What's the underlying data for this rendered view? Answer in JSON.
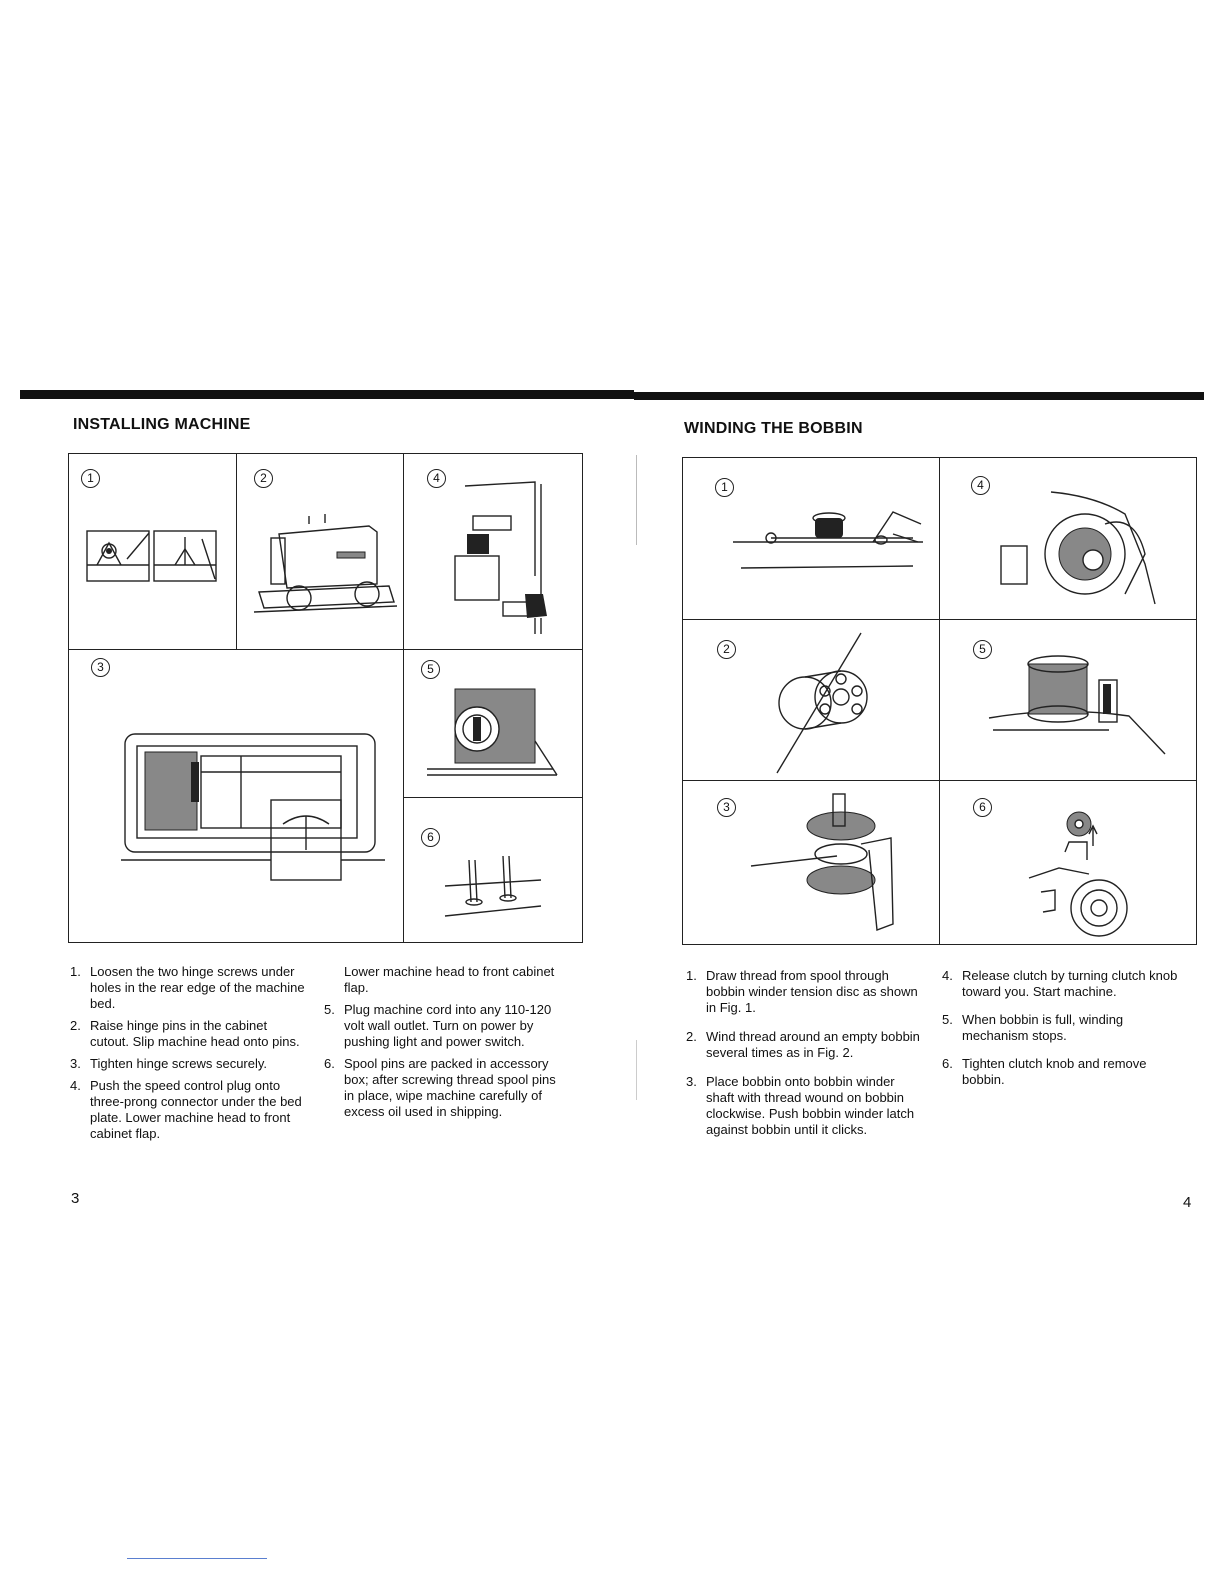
{
  "left_page": {
    "title": "INSTALLING MACHINE",
    "figures": [
      "1",
      "2",
      "4",
      "3",
      "5",
      "6"
    ],
    "steps_col1": [
      {
        "n": "1.",
        "text": "Loosen the two hinge screws under holes in the rear edge of the machine bed."
      },
      {
        "n": "2.",
        "text": "Raise hinge pins in the cabinet cutout. Slip machine head onto pins."
      },
      {
        "n": "3.",
        "text": "Tighten hinge screws securely."
      },
      {
        "n": "4.",
        "text": "Push the speed control plug onto three-prong connector under the bed plate. Lower machine head to front cabinet flap."
      }
    ],
    "steps_col2_cont": "Lower machine head to front cabinet flap.",
    "steps_col2": [
      {
        "n": "5.",
        "text": "Plug machine cord into any 110-120 volt wall outlet. Turn on power by pushing light and power switch."
      },
      {
        "n": "6.",
        "text": "Spool pins are packed in accessory box; after screwing thread spool pins in place, wipe machine carefully of excess oil used in shipping."
      }
    ],
    "page_number": "3"
  },
  "right_page": {
    "title": "WINDING THE BOBBIN",
    "figures": [
      "1",
      "4",
      "2",
      "5",
      "3",
      "6"
    ],
    "steps_col1": [
      {
        "n": "1.",
        "text": "Draw thread from spool through bobbin winder tension disc as shown in Fig. 1."
      },
      {
        "n": "2.",
        "text": "Wind thread around an empty bobbin several times as in Fig. 2."
      },
      {
        "n": "3.",
        "text": "Place bobbin onto bobbin winder shaft with thread wound on bobbin clockwise. Push bobbin winder latch against bobbin until it clicks."
      }
    ],
    "steps_col2": [
      {
        "n": "4.",
        "text": "Release clutch by turning clutch knob toward you. Start machine."
      },
      {
        "n": "5.",
        "text": "When bobbin is full, winding mechanism stops."
      },
      {
        "n": "6.",
        "text": "Tighten clutch knob and remove bobbin."
      }
    ],
    "page_number": "4"
  }
}
